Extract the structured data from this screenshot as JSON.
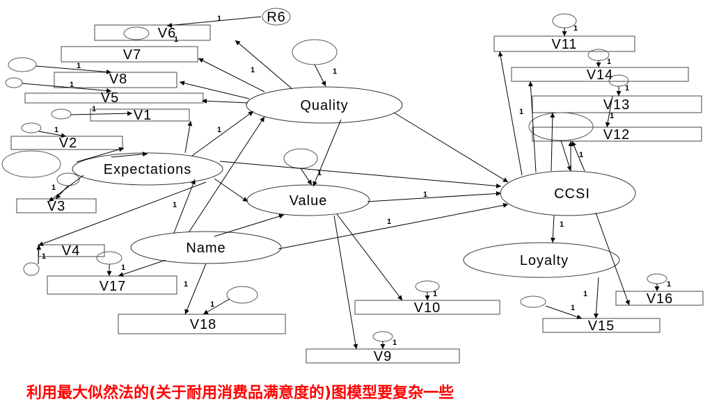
{
  "caption": "利用最大似然法的(关于耐用消费品满意度的)图模型要复杂一些",
  "one": "1",
  "latent": {
    "quality": "Quality",
    "expectations": "Expectations",
    "value": "Value",
    "name": "Name",
    "ccsi": "CCSI",
    "loyalty": "Loyalty"
  },
  "indicators": {
    "r6": "R6",
    "v1": "V1",
    "v2": "V2",
    "v3": "V3",
    "v4": "V4",
    "v5": "V5",
    "v6": "V6",
    "v7": "V7",
    "v8": "V8",
    "v9": "V9",
    "v10": "V10",
    "v11": "V11",
    "v12": "V12",
    "v13": "V13",
    "v14": "V14",
    "v15": "V15",
    "v16": "V16",
    "v17": "V17",
    "v18": "V18"
  }
}
